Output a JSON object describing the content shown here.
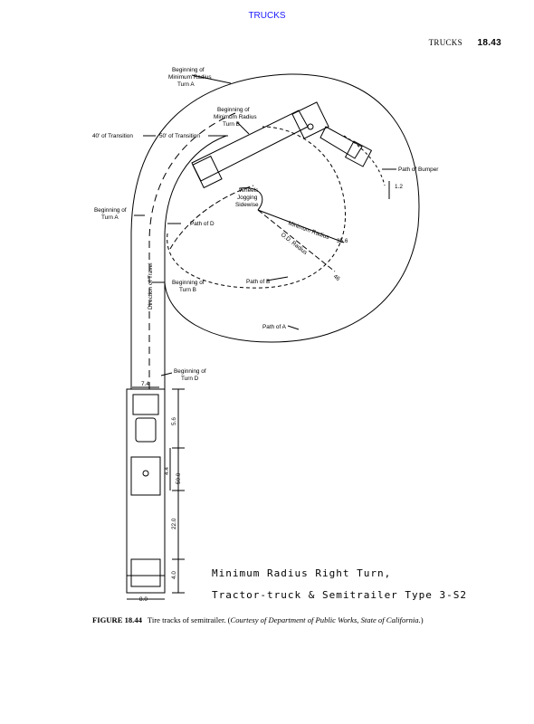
{
  "header": {
    "link_text": "TRUCKS",
    "running_title": "TRUCKS",
    "page_number": "18.43"
  },
  "figure": {
    "labels": {
      "begin_min_radius_a": [
        "Beginning of",
        "Minimum Radius",
        "Turn A"
      ],
      "begin_min_radius_b": [
        "Beginning of",
        "Minimum Radius",
        "Turn B"
      ],
      "transition_40": "40' of Transition",
      "transition_50": "50' of Transition",
      "path_bumper": "Path of Bumper",
      "dim_1_2": "1.2",
      "wheels_jogging": [
        "Wheels",
        "Jogging",
        "Sidewise"
      ],
      "begin_turn_a": [
        "Beginning of",
        "Turn A"
      ],
      "path_d": "Path of D",
      "min_radius": "Minimum Radius",
      "min_radius_value": "35.6",
      "od_radius": "O.D. Radius",
      "od_radius_value": "46",
      "direction_of_travel": "Direction of Travel",
      "begin_turn_b": [
        "Beginning of",
        "Turn B"
      ],
      "path_b": "Path of B",
      "path_a": "Path of A",
      "begin_turn_d": [
        "Beginning of",
        "Turn D"
      ],
      "dim_width_top": "7.4",
      "dim_5_6": "5.6",
      "dim_4_4": "4.4",
      "dim_50_0": "50.0",
      "dim_22_0": "22.0",
      "dim_4_0": "4.0",
      "dim_width_bottom": "8.0",
      "title_line1": "Minimum Radius Right Turn,",
      "title_line2": "Tractor-truck & Semitrailer Type 3-S2"
    }
  },
  "caption": {
    "figure_number": "FIGURE 18.44",
    "text": "Tire tracks of semitrailer. (",
    "credit": "Courtesy of Department of Public Works, State of California.",
    "close": ")"
  }
}
